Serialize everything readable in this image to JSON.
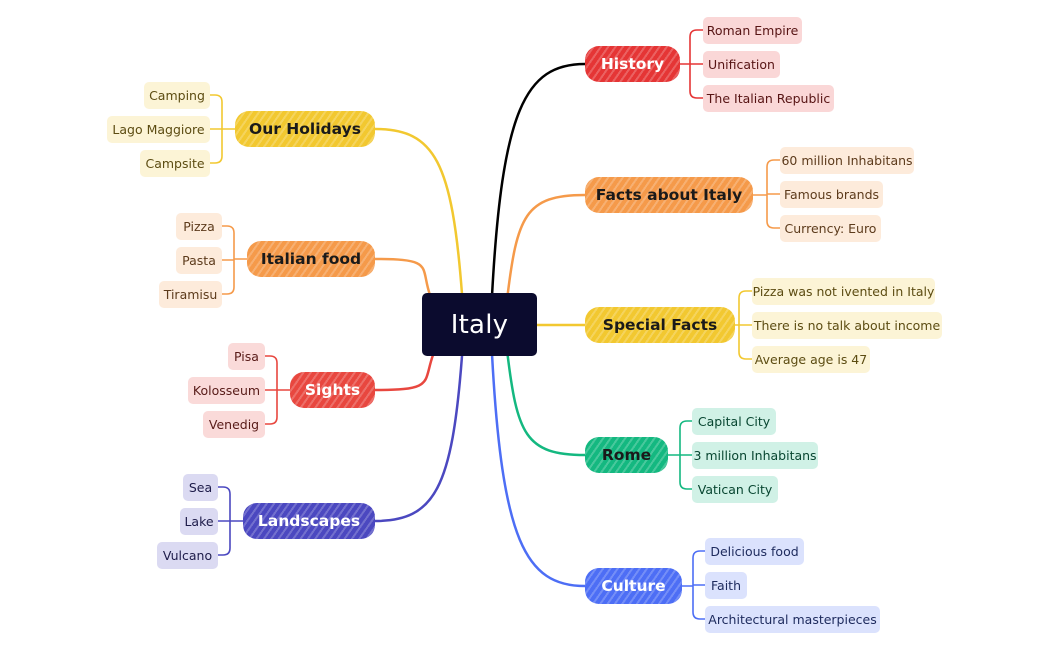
{
  "central": "Italy",
  "colors": {
    "central_bg": "#0b0b2e",
    "history": "#e53535",
    "facts": "#f59a4a",
    "special": "#f2c830",
    "rome": "#14b880",
    "culture": "#4d6ef5",
    "holidays": "#f2c830",
    "food": "#f59a4a",
    "sights": "#e8473f",
    "landscapes": "#4b48c0"
  },
  "topics": {
    "history": {
      "label": "History",
      "children": [
        "Roman Empire",
        "Unification",
        "The Italian Republic"
      ]
    },
    "facts": {
      "label": "Facts about Italy",
      "children": [
        "60 million Inhabitans",
        "Famous brands",
        "Currency: Euro"
      ]
    },
    "special": {
      "label": "Special Facts",
      "children": [
        "Pizza was not ivented in Italy",
        "There is no talk about income",
        "Average age is 47"
      ]
    },
    "rome": {
      "label": "Rome",
      "children": [
        "Capital City",
        "3 million Inhabitans",
        "Vatican City"
      ]
    },
    "culture": {
      "label": "Culture",
      "children": [
        "Delicious food",
        "Faith",
        "Architectural masterpieces"
      ]
    },
    "holidays": {
      "label": "Our Holidays",
      "children": [
        "Camping",
        "Lago Maggiore",
        "Campsite"
      ]
    },
    "food": {
      "label": "Italian food",
      "children": [
        "Pizza",
        "Pasta",
        "Tiramisu"
      ]
    },
    "sights": {
      "label": "Sights",
      "children": [
        "Pisa",
        "Kolosseum",
        "Venedig"
      ]
    },
    "landscapes": {
      "label": "Landscapes",
      "children": [
        "Sea",
        "Lake",
        "Vulcano"
      ]
    }
  }
}
